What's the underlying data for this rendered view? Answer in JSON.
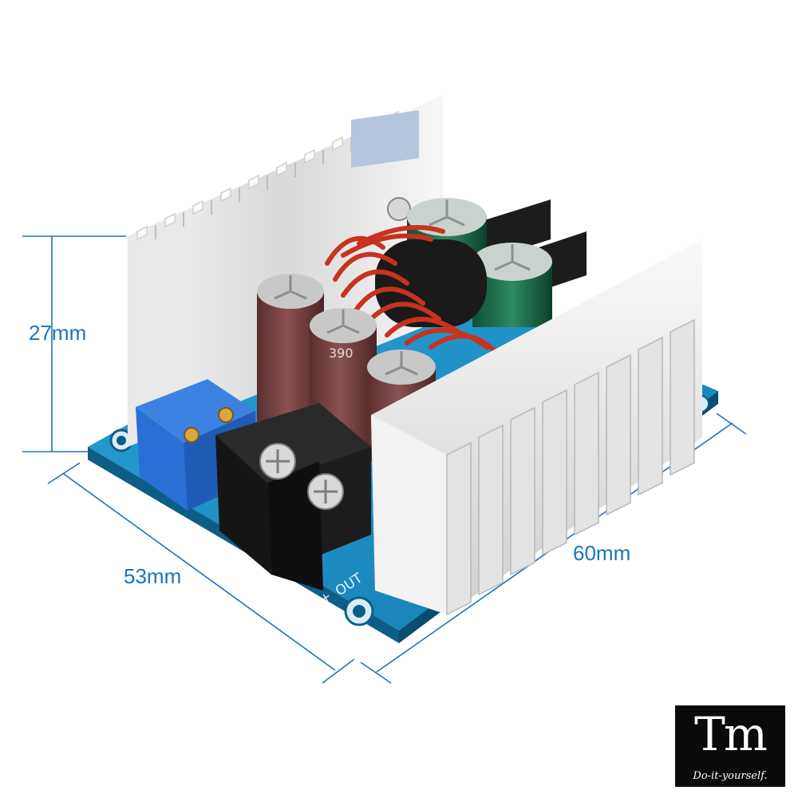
{
  "dimensions": {
    "height": "27mm",
    "width": "53mm",
    "length": "60mm"
  },
  "pcb": {
    "output_label": "OUT",
    "plus_sign": "+",
    "capacitor_marking": "390"
  },
  "watermark": {
    "mark": "Tm",
    "tagline": "Do-it-yourself."
  },
  "colors": {
    "dimension_lines": "#1e73be",
    "pcb": "#1b8fc4",
    "potentiometer": "#2a6fd6",
    "heatsink": "#e6e6e6",
    "inductor_copper": "#c8321e",
    "electrolytic_cap_brown": "#6b3a3a",
    "electrolytic_cap_green": "#1d6b4a",
    "terminal_block": "#1a1a1a"
  }
}
